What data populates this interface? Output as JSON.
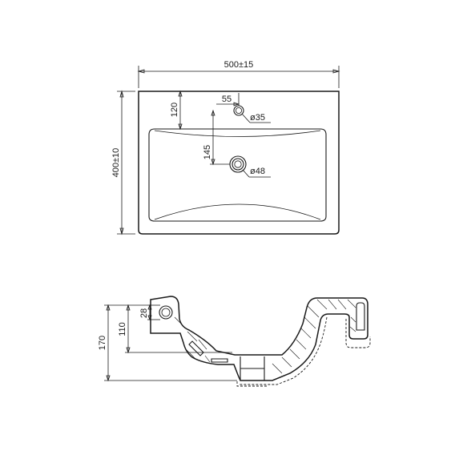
{
  "top_view": {
    "dims": {
      "width": "500±15",
      "depth": "400±10",
      "tap_offset": "120",
      "tap_shift": "55",
      "tap_hole": "ø35",
      "drain_offset": "145",
      "drain_hole": "ø48"
    }
  },
  "section_view": {
    "dims": {
      "overflow_height": "28",
      "bowl_depth": "110",
      "total_height": "170"
    }
  },
  "colors": {
    "line": "#1a1a1a",
    "background": "#ffffff"
  }
}
